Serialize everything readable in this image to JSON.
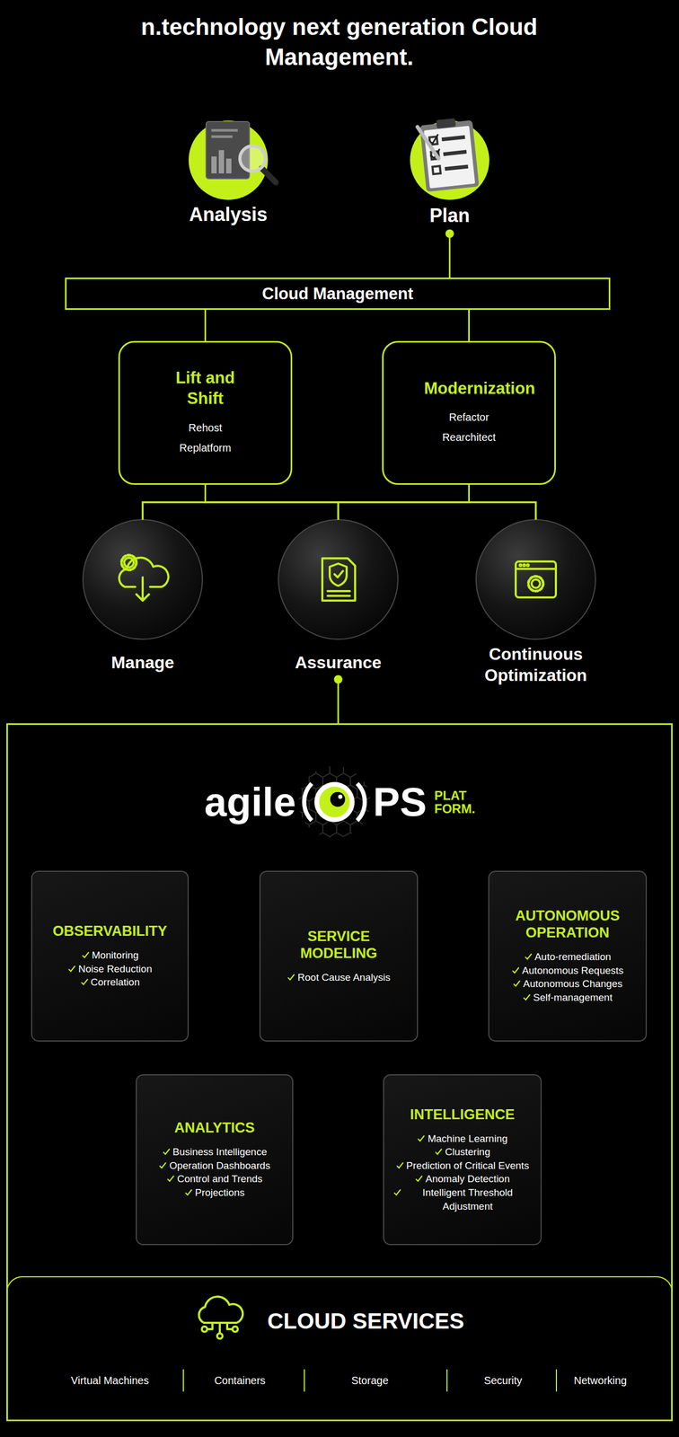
{
  "diagram": {
    "title": "n.technology next generation Cloud Management.",
    "nodes": [
      {
        "text": [
          "Analysis"
        ]
      },
      {
        "text": [
          "Plan"
        ]
      },
      {
        "text": [
          "Cloud Management"
        ]
      },
      {
        "text": [
          "Lift and Shift",
          "Rehost",
          "Replatform"
        ]
      },
      {
        "text": [
          "Modernization",
          "Refactor",
          "Rearchitect"
        ]
      },
      {
        "text": [
          "Manage"
        ]
      },
      {
        "text": [
          "Assurance"
        ]
      },
      {
        "text": [
          "Continuous Optimization"
        ]
      },
      {
        "text": [
          "agile",
          "PS",
          "PLAT FORM."
        ]
      },
      {
        "text": [
          "OBSERVABILITY",
          "Monitoring",
          "Noise Reduction",
          "Correlation"
        ],
        "in": 8
      },
      {
        "text": [
          "SERVICE MODELING",
          "Root Cause Analysis"
        ],
        "in": 8
      },
      {
        "text": [
          "AUTONOMOUS OPERATION",
          "Auto-remediation",
          "Autonomous Requests",
          "Autonomous Changes",
          "Self-management"
        ],
        "in": 8
      },
      {
        "text": [
          "ANALYTICS",
          "Business Intelligence",
          "Operation Dashboards",
          "Control and Trends",
          "Projections"
        ],
        "in": 8
      },
      {
        "text": [
          "INTELLIGENCE",
          "Machine Learning",
          "Clustering",
          "Prediction of Critical Events",
          "Anomaly Detection",
          "Intelligent Threshold Adjustment"
        ],
        "in": 8
      },
      {
        "text": [
          "CLOUD SERVICES",
          "Virtual Machines",
          "Containers",
          "Storage",
          "Security",
          "Networking"
        ],
        "in": 8
      }
    ],
    "edges": [
      {
        "from": 1,
        "to": 2,
        "arrow": "none"
      },
      {
        "from": 2,
        "to": 3,
        "arrow": "none"
      },
      {
        "from": 2,
        "to": 4,
        "arrow": "none"
      },
      {
        "from": 3,
        "to": 5,
        "arrow": "none"
      },
      {
        "from": 3,
        "to": 6,
        "arrow": "none"
      },
      {
        "from": 3,
        "to": 7,
        "arrow": "none"
      },
      {
        "from": 4,
        "to": 5,
        "arrow": "none"
      },
      {
        "from": 4,
        "to": 6,
        "arrow": "none"
      },
      {
        "from": 4,
        "to": 7,
        "arrow": "none"
      },
      {
        "from": 6,
        "to": 8,
        "arrow": "none"
      }
    ]
  }
}
